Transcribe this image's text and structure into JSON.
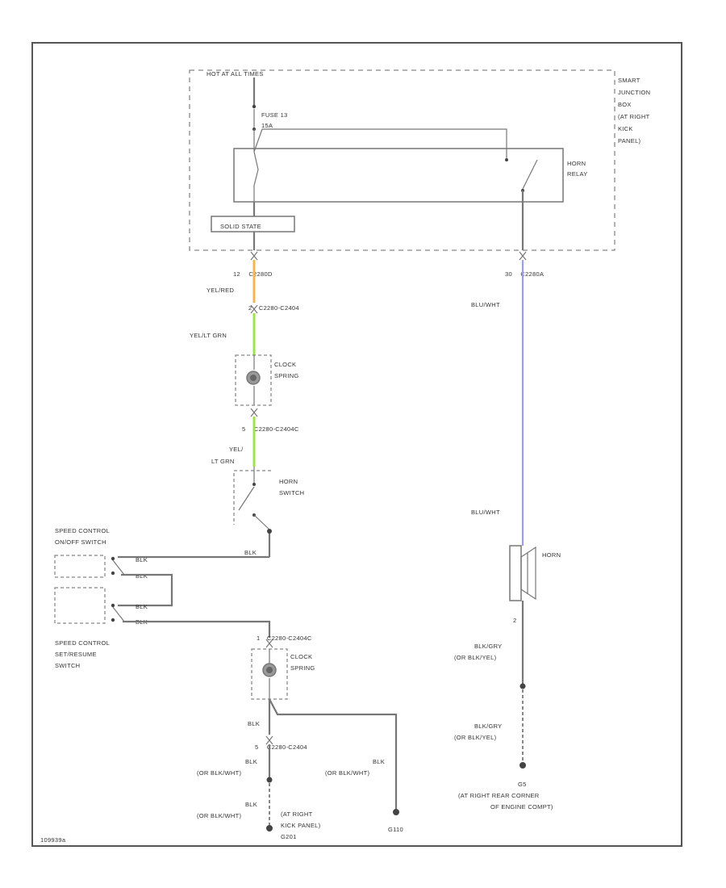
{
  "diagram": {
    "header": {
      "hot_at_all_times": "HOT AT ALL TIMES"
    },
    "sjb": {
      "label_lines": [
        "SMART",
        "JUNCTION",
        "BOX",
        "(AT RIGHT",
        "KICK",
        "PANEL)"
      ],
      "fuse_lines": [
        "FUSE 13",
        "15A"
      ],
      "horn_relay_lines": [
        "HORN",
        "RELAY"
      ],
      "module_label": "SOLID STATE"
    },
    "left_circuit": {
      "c1_pin": "12",
      "c1_connector": "C2280D",
      "wire1": "YEL/RED",
      "c2_pin": "2",
      "c2_connector": "C2280-C2404",
      "wire2": "YEL/LT GRN",
      "clock_spring_upper": [
        "CLOCK",
        "SPRING"
      ],
      "c3_pin": "5",
      "c3_connector": "C2280-C2404C",
      "wire3_lines": [
        "YEL/",
        "LT GRN"
      ],
      "horn_switch": [
        "HORN",
        "SWITCH"
      ],
      "blk1": "BLK",
      "speed_on_off": [
        "SPEED CONTROL",
        "ON/OFF SWITCH"
      ],
      "switch_wire_labels": [
        "BLK",
        "BLK",
        "BLK",
        "BLK"
      ],
      "speed_set_resume": [
        "SPEED CONTROL",
        "SET/RESUME",
        "SWITCH"
      ],
      "c4_pin": "1",
      "c4_connector": "C2280-C2404C",
      "clock_spring_lower": [
        "CLOCK",
        "SPRING"
      ],
      "blk2": "BLK",
      "c5_pin": "5",
      "c5_connector": "C2280-C2404",
      "ground_wire_left": [
        "BLK",
        "(OR BLK/WHT)"
      ],
      "ground_wire_left2": [
        "BLK",
        "(OR BLK/WHT)"
      ],
      "ground_wire_right": [
        "BLK",
        "(OR BLK/WHT)"
      ],
      "g201_lines": [
        "(AT RIGHT",
        "KICK PANEL)",
        "G201"
      ],
      "g110": "G110"
    },
    "right_circuit": {
      "c1_pin": "30",
      "c1_connector": "C2280A",
      "wire1": "BLU/WHT",
      "wire2": "BLU/WHT",
      "horn": "HORN",
      "horn_pin": "2",
      "ground_wire1": [
        "BLK/GRY",
        "(OR BLK/YEL)"
      ],
      "ground_wire2": [
        "BLK/GRY",
        "(OR BLK/YEL)"
      ],
      "g_lines": [
        "G5",
        "(AT RIGHT REAR CORNER",
        "OF ENGINE COMPT)"
      ]
    },
    "figure_id": "109939a"
  },
  "colors": {
    "wire_yel_red": "#f5b450",
    "wire_yel_lt_grn": "#9de34a",
    "wire_blu_wht": "#9b9bf0",
    "wire_default": "#777777"
  }
}
